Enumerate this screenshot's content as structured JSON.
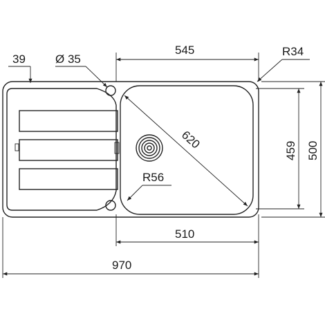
{
  "dimensions": {
    "drainboard_width": "39",
    "tap_hole": "Ø 35",
    "bowl_top_width": "545",
    "corner_radius": "R34",
    "diagonal": "620",
    "bowl_depth": "459",
    "overall_depth": "500",
    "inner_radius": "R56",
    "bowl_bottom_width": "510",
    "overall_width": "970"
  }
}
